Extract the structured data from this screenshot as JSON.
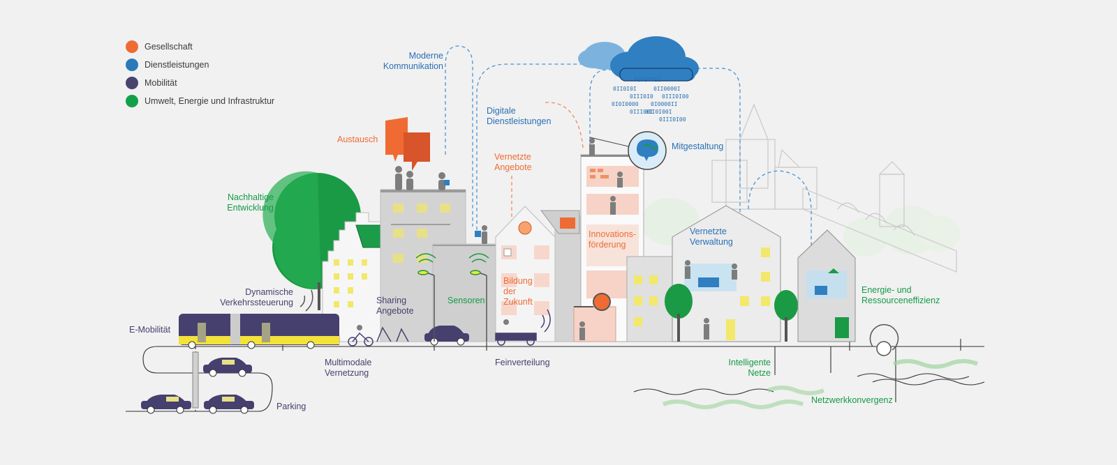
{
  "legend": [
    {
      "label": "Gesellschaft",
      "color": "#ef6b33"
    },
    {
      "label": "Dienstleistungen",
      "color": "#2a7ab8"
    },
    {
      "label": "Mobilität",
      "color": "#4a4370"
    },
    {
      "label": "Umwelt, Energie und Infrastruktur",
      "color": "#13a04b"
    }
  ],
  "labels": {
    "moderne_kommunikation": "Moderne\nKommunikation",
    "digitale_dienstleistungen": "Digitale\nDienstleistungen",
    "austausch": "Austausch",
    "vernetzte_angebote": "Vernetzte\nAngebote",
    "mitgestaltung": "Mitgestaltung",
    "nachhaltige_entwicklung": "Nachhaltige\nEntwicklung",
    "innovationsfoerderung": "Innovations-\nförderung",
    "vernetzte_verwaltung": "Vernetzte\nVerwaltung",
    "dynamische_verkehrssteuerung": "Dynamische\nVerkehrssteuerung",
    "sharing_angebote": "Sharing\nAngebote",
    "sensoren": "Sensoren",
    "bildung_der_zukunft": "Bildung\nder\nZukunft",
    "energie_ressourceneffizienz": "Energie- und\nRessourceneffizienz",
    "e_mobilitaet": "E-Mobilität",
    "multimodale_vernetzung": "Multimodale\nVernetzung",
    "feinverteilung": "Feinverteilung",
    "intelligente_netze": "Intelligente\nNetze",
    "parking": "Parking",
    "netzwerkkonvergenz": "Netzwerkkonvergenz"
  },
  "binary_code": [
    "0I0I00II",
    "0II0I0I",
    "0II0000I",
    "0III0I0",
    "0III0I00",
    "0I0I0000",
    "0I0000II",
    "0II0I00I",
    "0III0I00",
    "0III00I"
  ],
  "colors": {
    "background": "#f1f1f1",
    "tree_green": "#1a9a45",
    "building_gray": "#d5d5d5",
    "window_yellow": "#f2e86b",
    "vehicle_purple": "#46406f",
    "cloud_blue": "#2f7fc1",
    "dash_blue": "#4a93d3",
    "dash_orange": "#f08b5b"
  }
}
